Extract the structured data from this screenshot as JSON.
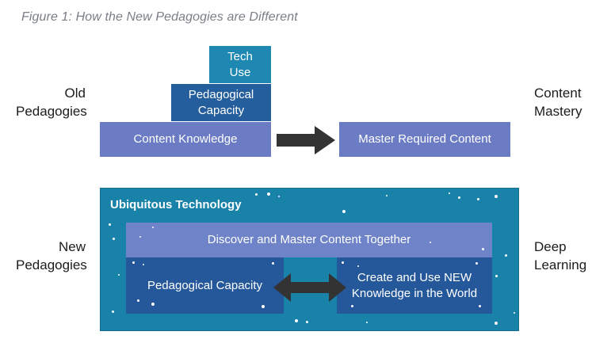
{
  "caption": "Figure 1: How the New Pedagogies are Different",
  "old": {
    "left_label_line1": "Old",
    "left_label_line2": "Pedagogies",
    "right_label_line1": "Content",
    "right_label_line2": "Mastery",
    "tech_line1": "Tech",
    "tech_line2": "Use",
    "ped_line1": "Pedagogical",
    "ped_line2": "Capacity",
    "content": "Content Knowledge",
    "target": "Master Required Content"
  },
  "new": {
    "left_label_line1": "New",
    "left_label_line2": "Pedagogies",
    "right_label_line1": "Deep",
    "right_label_line2": "Learning",
    "panel_title": "Ubiquitous Technology",
    "discover": "Discover and Master Content Together",
    "ped": "Pedagogical Capacity",
    "create_line1": "Create and Use NEW",
    "create_line2": "Knowledge in the World"
  },
  "colors": {
    "tech": "#1f88b2",
    "pedagogical": "#245e9c",
    "content": "#6b7bc4",
    "panel": "#1882a9",
    "arrow": "#333333"
  },
  "icons": {
    "forward": "right-arrow-icon",
    "bidirectional": "double-arrow-icon"
  }
}
